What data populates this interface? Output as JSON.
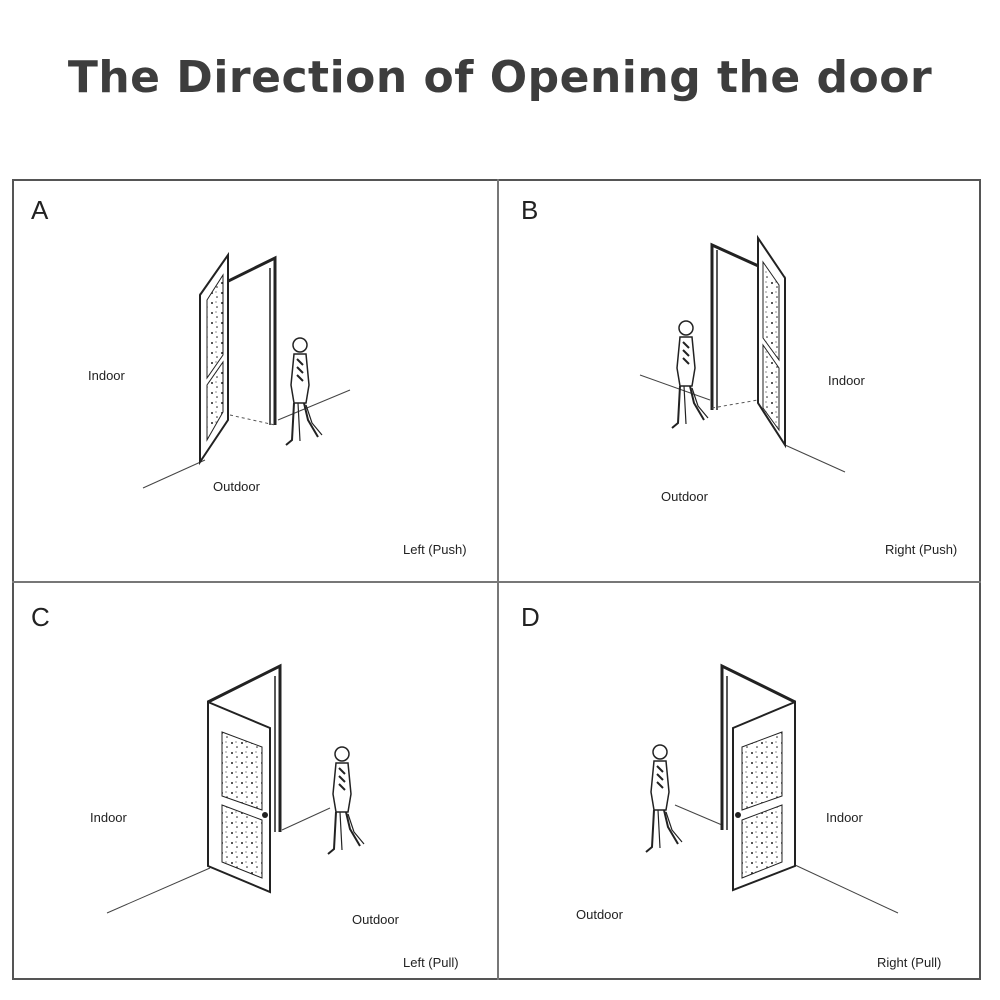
{
  "title": "The Direction of Opening the door",
  "panels": [
    {
      "letter": "A",
      "indoor": "Indoor",
      "outdoor": "Outdoor",
      "caption": "Left (Push)"
    },
    {
      "letter": "B",
      "indoor": "Indoor",
      "outdoor": "Outdoor",
      "caption": "Right (Push)"
    },
    {
      "letter": "C",
      "indoor": "Indoor",
      "outdoor": "Outdoor",
      "caption": "Left (Pull)"
    },
    {
      "letter": "D",
      "indoor": "Indoor",
      "outdoor": "Outdoor",
      "caption": "Right (Pull)"
    }
  ]
}
